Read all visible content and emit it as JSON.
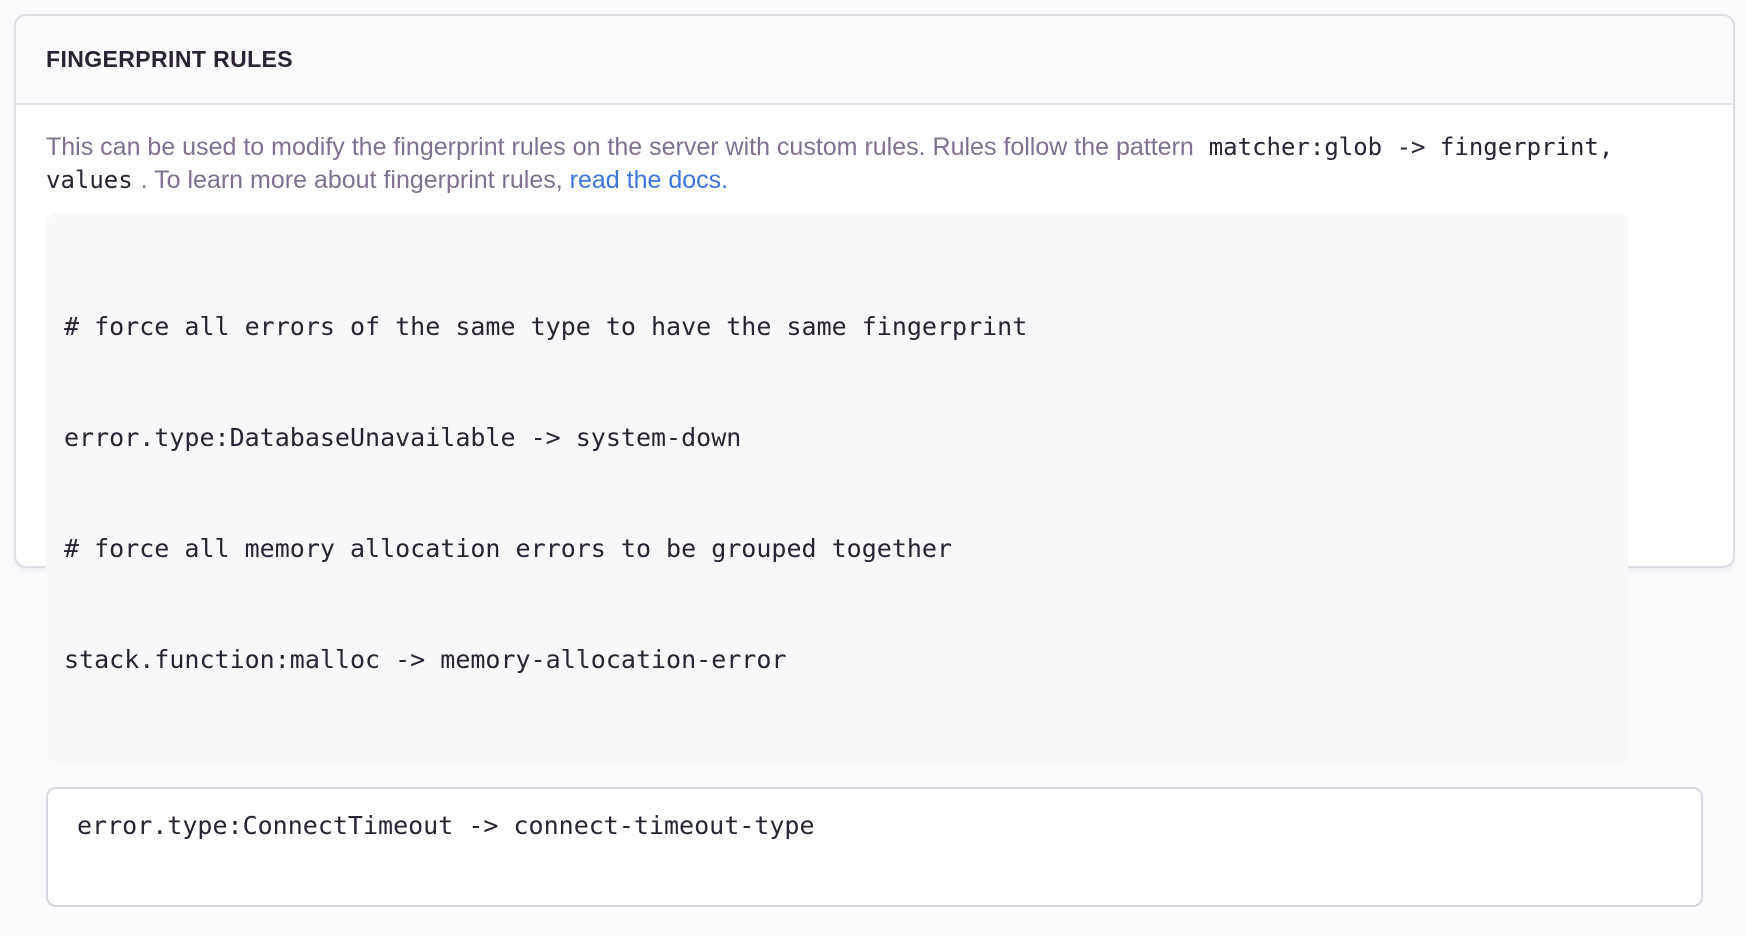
{
  "panel": {
    "title": "FINGERPRINT RULES",
    "description": {
      "text_before_code": "This can be used to modify the fingerprint rules on the server with custom rules. Rules follow the pattern",
      "inline_code": "matcher:glob -> fingerprint, values",
      "text_after_code": ". To learn more about fingerprint rules,",
      "link_label": "read the docs."
    },
    "example_code": {
      "lines": [
        "# force all errors of the same type to have the same fingerprint",
        "error.type:DatabaseUnavailable -> system-down",
        "# force all memory allocation errors to be grouped together",
        "stack.function:malloc -> memory-allocation-error"
      ]
    },
    "rules_input": {
      "value": "error.type:ConnectTimeout -> connect-timeout-type"
    }
  },
  "colors": {
    "link_blue": "#3c74db",
    "heading_dark": "#2b2233",
    "muted_text": "#80708f",
    "code_block_bg": "#f8f7fa",
    "panel_border": "#dfdce5"
  }
}
